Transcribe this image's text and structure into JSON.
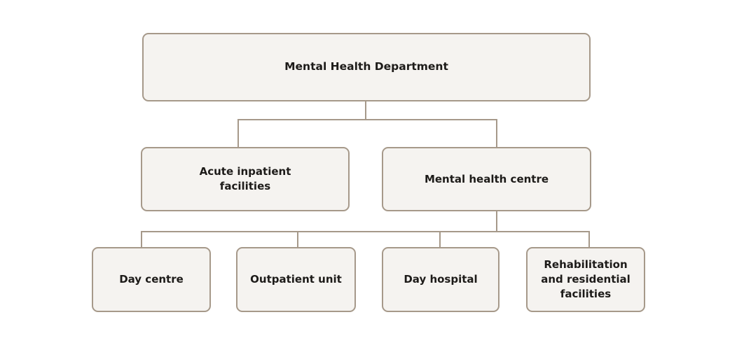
{
  "figure": {
    "type": "org-chart",
    "background": "#ffffff",
    "node_fill": "#f5f3f0",
    "node_border": "#a6998a",
    "text_color": "#1d1b19"
  },
  "nodes": [
    {
      "id": "mental-health-department",
      "label": "Mental Health Department",
      "parent": null
    },
    {
      "id": "acute-inpatient-facilities",
      "label": "Acute inpatient\nfacilities",
      "parent": "mental-health-department"
    },
    {
      "id": "mental-health-centre",
      "label": "Mental health centre",
      "parent": "mental-health-department"
    },
    {
      "id": "day-centre",
      "label": "Day centre",
      "parent": "mental-health-centre"
    },
    {
      "id": "outpatient-unit",
      "label": "Outpatient unit",
      "parent": "mental-health-centre"
    },
    {
      "id": "day-hospital",
      "label": "Day hospital",
      "parent": "mental-health-centre"
    },
    {
      "id": "rehabilitation-and-residential-facilities",
      "label": "Rehabilitation\nand residential\nfacilities",
      "parent": "mental-health-centre"
    }
  ]
}
